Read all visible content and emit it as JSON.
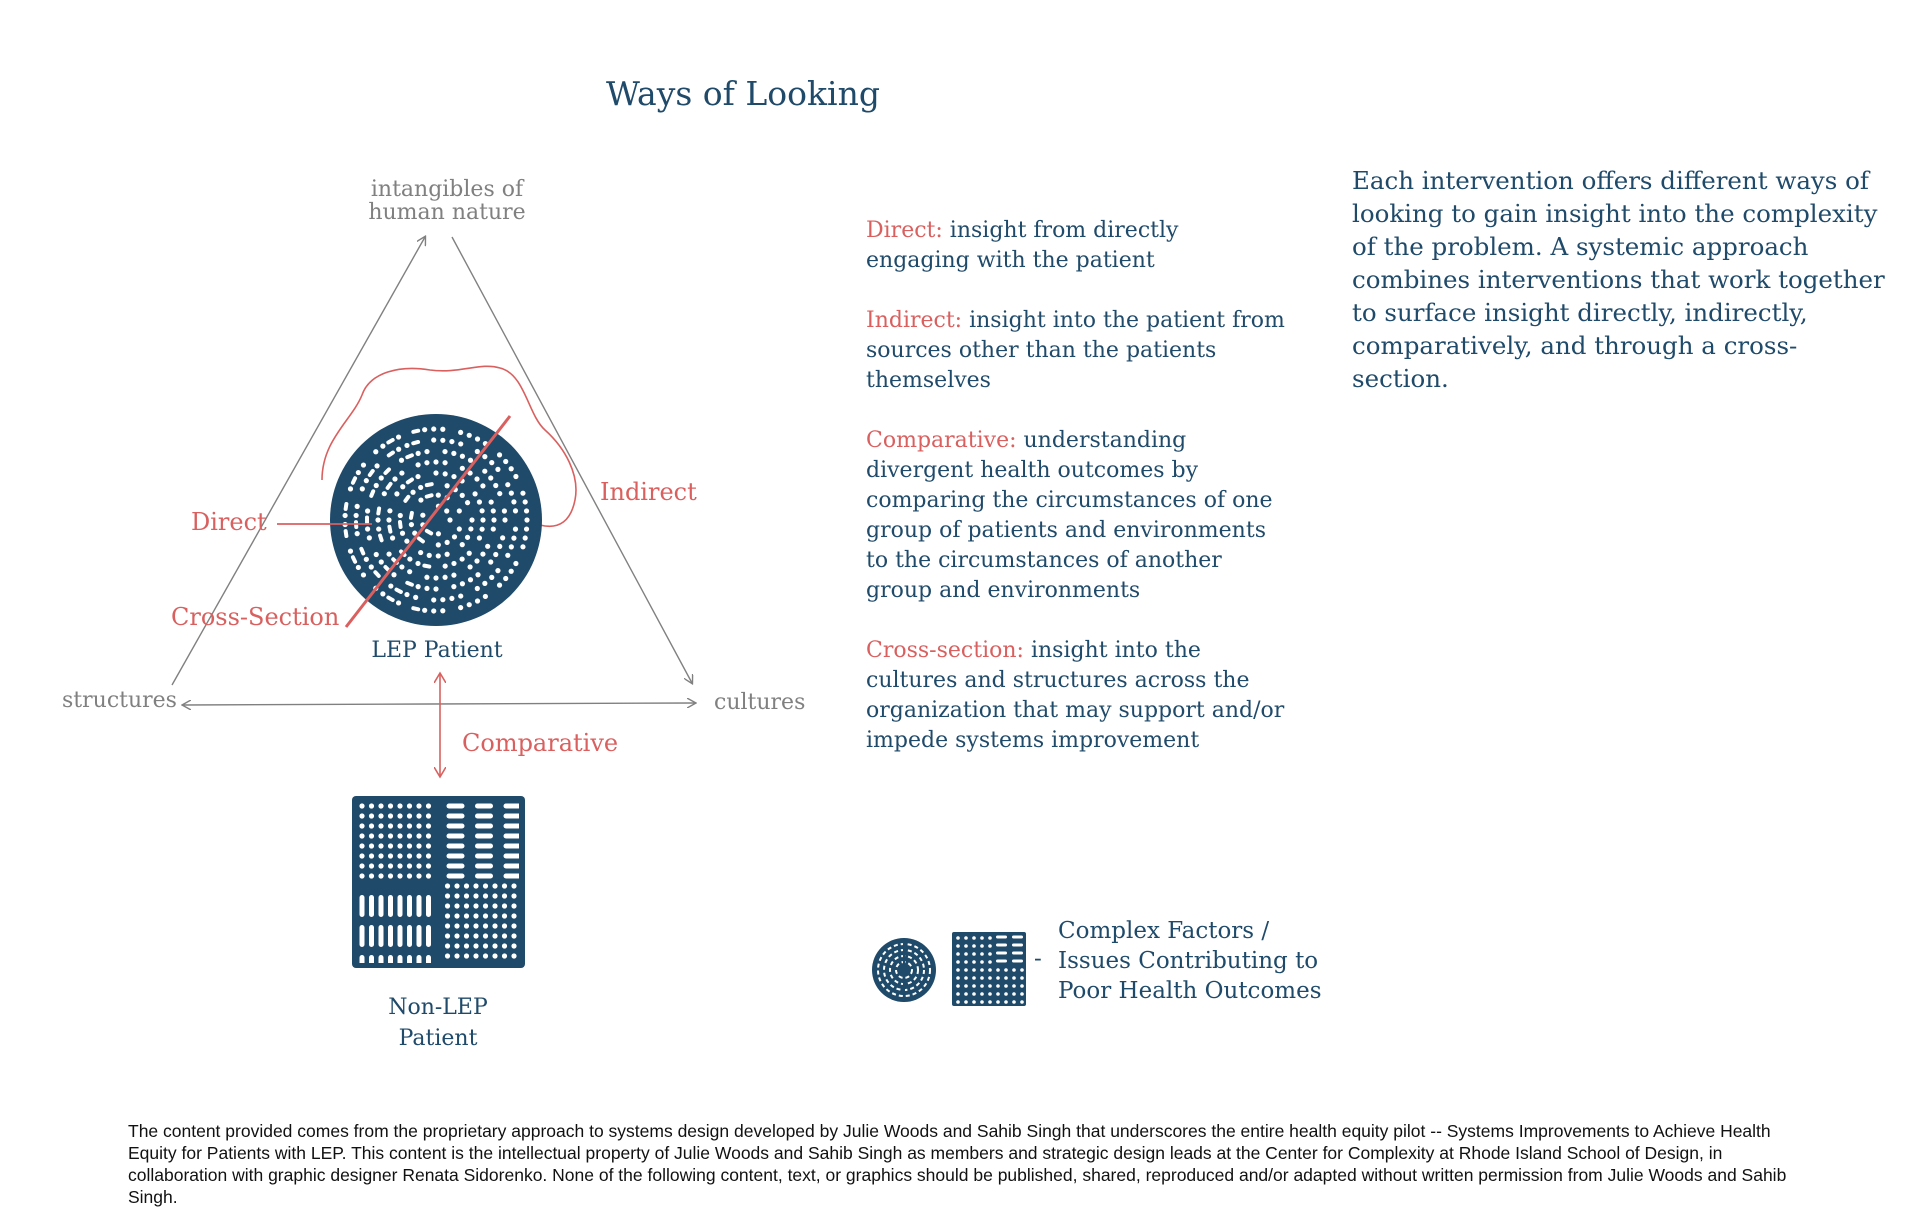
{
  "title": "Ways of Looking",
  "diagram": {
    "apex_labels": {
      "top_line1": "intangibles of",
      "top_line2": "human nature",
      "left": "structures",
      "right": "cultures"
    },
    "view_labels": {
      "direct": "Direct",
      "indirect": "Indirect",
      "cross_section": "Cross-Section",
      "comparative": "Comparative"
    },
    "patient_labels": {
      "lep": "LEP Patient",
      "non_lep_line1": "Non-LEP",
      "non_lep_line2": "Patient"
    }
  },
  "definitions": [
    {
      "term": "Direct:",
      "text": " insight from directly engaging with the patient"
    },
    {
      "term": "Indirect:",
      "text": "  insight into the patient from sources other than the patients themselves"
    },
    {
      "term": "Comparative:",
      "text": "  understanding divergent health outcomes by comparing the circumstances of one group of patients and environments to the circumstances of another group and environments"
    },
    {
      "term": "Cross-section:",
      "text": "  insight into the cultures and structures across the organization that may support and/or impede systems improvement"
    }
  ],
  "summary": "Each intervention offers different ways of looking to gain insight into the complexity of the problem. A systemic approach combines interventions that work together to surface insight directly, indirectly, comparatively, and through a cross-section.",
  "legend": {
    "dash": "-",
    "line1": "Complex Factors /",
    "line2": "Issues Contributing to",
    "line3": "Poor Health Outcomes"
  },
  "footer": "The content provided comes from the proprietary approach to systems design developed by Julie Woods and Sahib Singh that underscores the entire health equity pilot -- Systems Improvements to Achieve Health Equity for Patients with LEP. This content is the intellectual property of Julie Woods and Sahib Singh as members and strategic design leads at the Center for Complexity at Rhode Island School of Design, in collaboration with graphic designer Renata Sidorenko. None of the following content, text, or graphics should be published, shared, reproduced and/or adapted without written permission from Julie Woods and Sahib Singh.",
  "colors": {
    "navy": "#1f4a6a",
    "red": "#d9605f",
    "gray": "#808080"
  }
}
